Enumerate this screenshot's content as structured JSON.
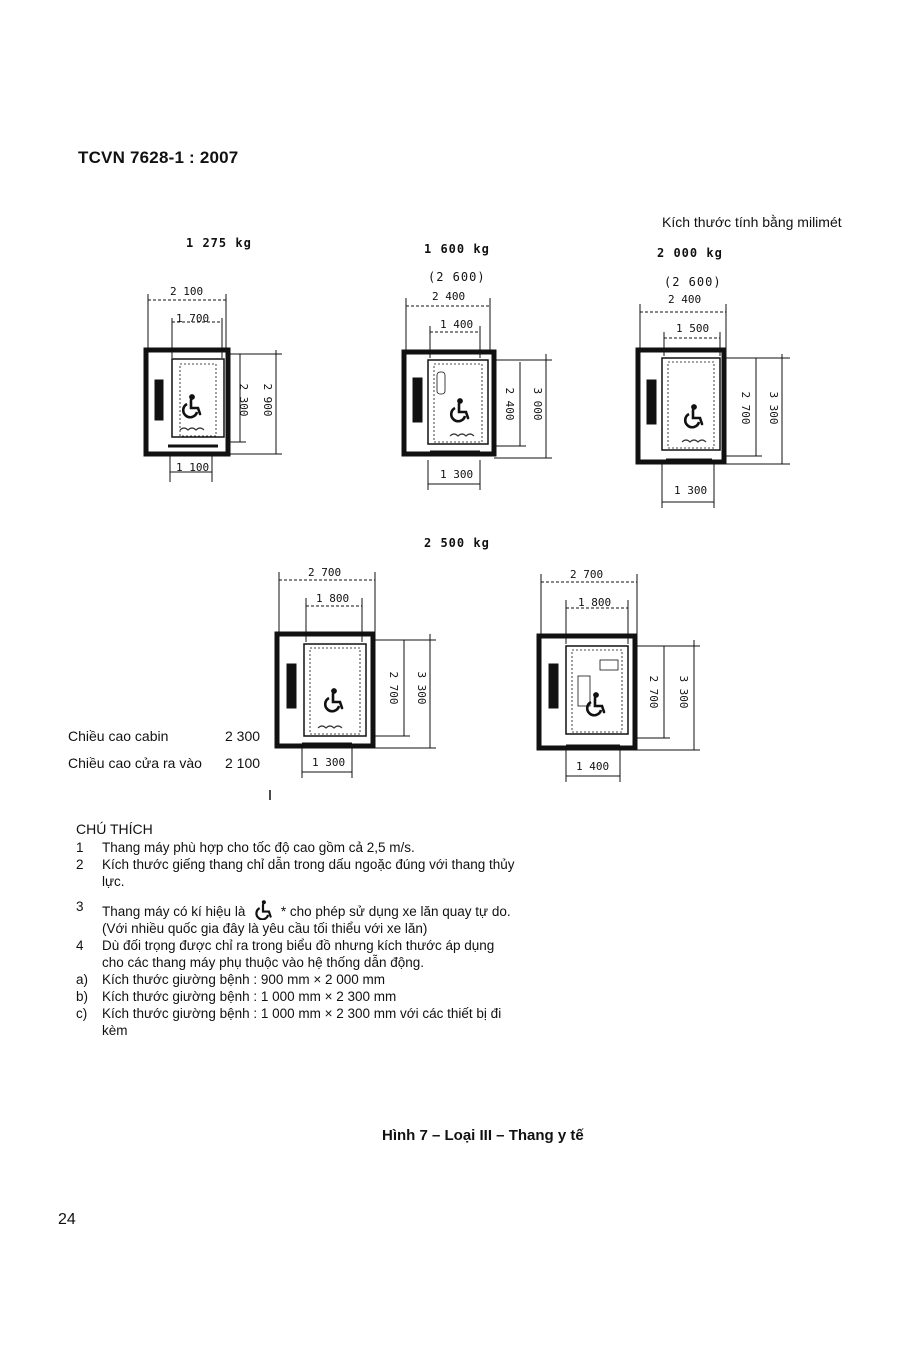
{
  "header": {
    "standard": "TCVN 7628-1 : 2007"
  },
  "units_note": "Kích thước tính bằng milimét",
  "diagrams": [
    {
      "load": "1 275 kg",
      "shaft_width": "2 100",
      "car_width": "1 700",
      "car_depth": "2 300",
      "shaft_depth": "2 900",
      "door": "1 100",
      "hydraulic": ""
    },
    {
      "load": "1 600 kg",
      "hydraulic": "(2 600)",
      "shaft_width": "2 400",
      "car_width": "1 400",
      "car_depth": "2 400",
      "shaft_depth": "3 000",
      "door": "1 300"
    },
    {
      "load": "2 000 kg",
      "hydraulic": "(2 600)",
      "shaft_width": "2 400",
      "car_width": "1 500",
      "car_depth": "2 700",
      "shaft_depth": "3 300",
      "door": "1 300"
    },
    {
      "load": "2 500 kg",
      "hydraulic": "",
      "shaft_width": "2 700",
      "car_width": "1 800",
      "car_depth": "2 700",
      "shaft_depth": "3 300",
      "door": "1 300"
    },
    {
      "load": "",
      "hydraulic": "",
      "shaft_width": "2 700",
      "car_width": "1 800",
      "car_depth": "2 700",
      "shaft_depth": "3 300",
      "door": "1 400"
    }
  ],
  "heights": {
    "cabin_label": "Chiều cao cabin",
    "cabin_value": "2 300",
    "door_label": "Chiều cao cửa ra vào",
    "door_value": "2 100"
  },
  "notes": {
    "title": "CHÚ THÍCH",
    "items": [
      {
        "num": "1",
        "text": "Thang máy phù hợp cho tốc độ cao gồm cả 2,5 m/s."
      },
      {
        "num": "2",
        "text": "Kích thước giếng thang chỉ dẫn trong dấu ngoặc đúng với thang thủy lực."
      },
      {
        "num": "3",
        "text_before": "Thang máy có kí hiệu là",
        "text_after": "* cho phép sử dụng xe lăn quay tự do.",
        "extra": "(Với nhiều quốc gia đây là yêu cầu tối thiểu với xe lăn)"
      },
      {
        "num": "4",
        "text": "Dù đối trọng được chỉ ra trong biểu đồ nhưng kích thước áp dụng cho các thang máy phụ thuộc vào hệ thống dẫn động."
      },
      {
        "num": "a)",
        "text": "Kích thước giường bệnh : 900 mm × 2 000 mm"
      },
      {
        "num": "b)",
        "text": "Kích thước giường bệnh : 1 000 mm × 2 300 mm"
      },
      {
        "num": "c)",
        "text": "Kích thước giường bệnh : 1 000 mm × 2 300 mm với các thiết bị đi kèm"
      }
    ]
  },
  "caption": "Hình 7 – Loại III – Thang y tế",
  "page_number": "24",
  "icons": {
    "wheelchair": "wheelchair-icon"
  }
}
